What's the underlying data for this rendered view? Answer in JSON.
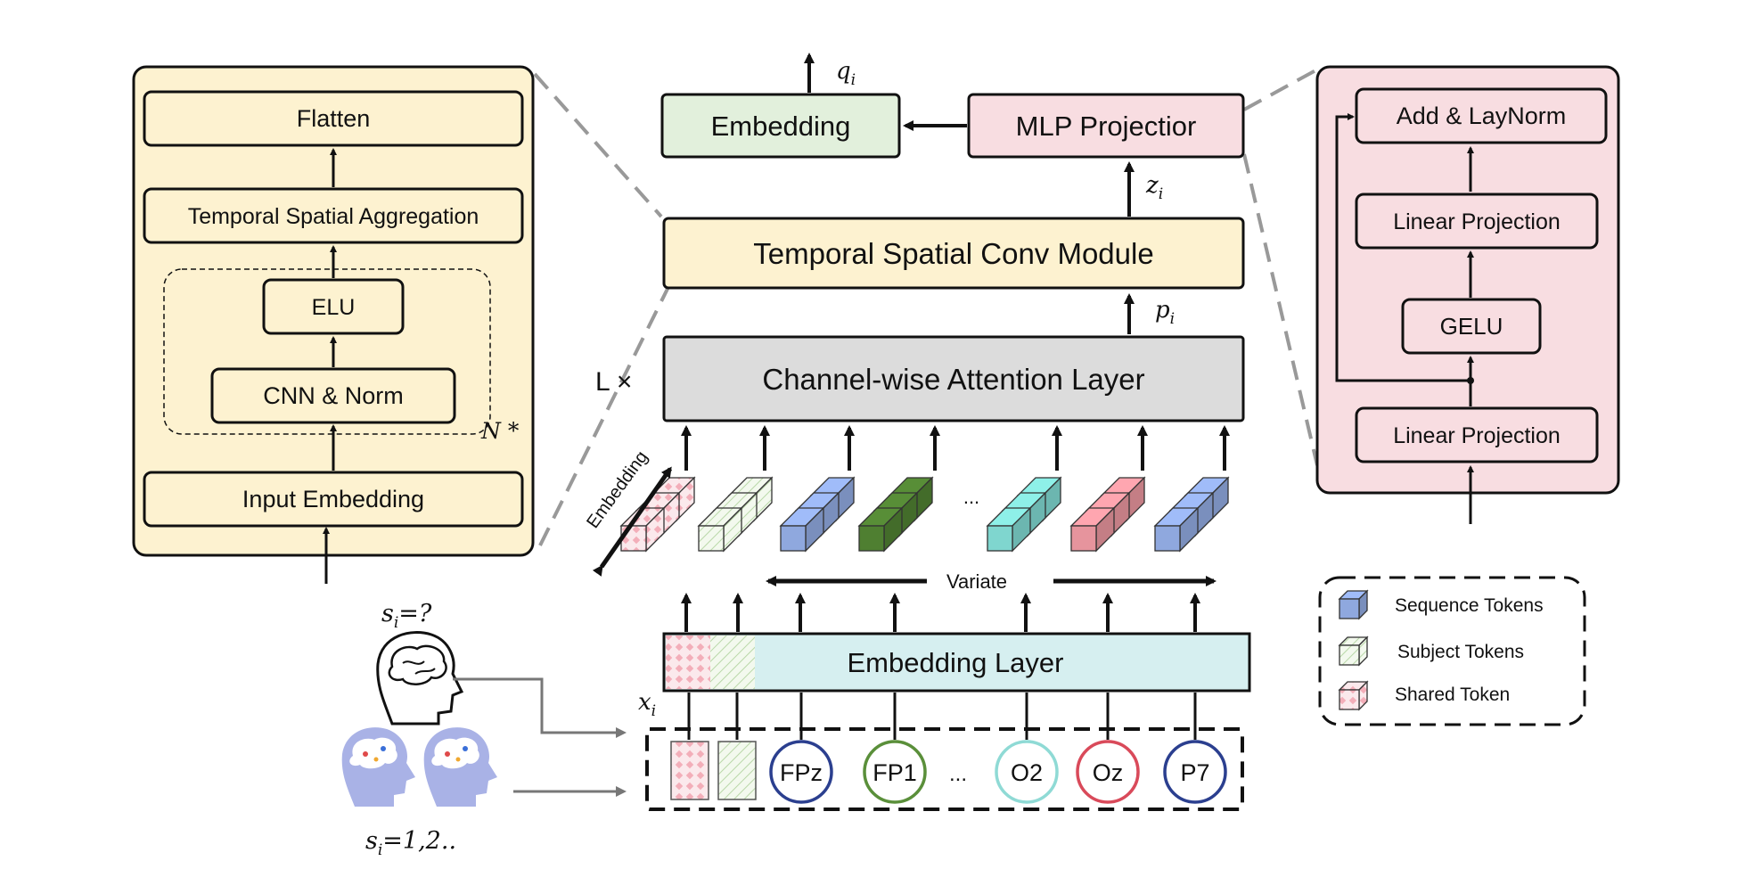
{
  "left_panel": {
    "flatten": "Flatten",
    "aggregation": "Temporal Spatial Aggregation",
    "elu": "ELU",
    "cnn": "CNN & Norm",
    "repeat": "N *",
    "input": "Input Embedding"
  },
  "center": {
    "embedding_top": "Embedding",
    "mlp": "MLP Projectior",
    "q": "q",
    "q_sub": "i",
    "z": "z",
    "z_sub": "i",
    "p": "p",
    "p_sub": "i",
    "ts_module": "Temporal Spatial Conv Module",
    "attention": "Channel-wise Attention Layer",
    "repeat_l": "L ×",
    "embedding_axis": "Embedding",
    "dots": "...",
    "variate": "Variate",
    "embedding_layer": "Embedding Layer",
    "x": "x",
    "x_sub": "i"
  },
  "right_panel": {
    "addnorm": "Add & LayNorm",
    "linear_top": "Linear Projection",
    "gelu": "GELU",
    "linear_bottom": "Linear Projection"
  },
  "legend": [
    {
      "label": "Sequence Tokens",
      "icon": "blue-cube-icon"
    },
    {
      "label": "Subject Tokens",
      "icon": "green-striped-cube-icon"
    },
    {
      "label": "Shared Token",
      "icon": "pink-checkered-cube-icon"
    }
  ],
  "subjects": {
    "unknown": "s",
    "unknown_sub": "i",
    "unknown_val": "=?",
    "known": "s",
    "known_sub": "i",
    "known_val": "=1,2.."
  },
  "channels": [
    "FPz",
    "FP1",
    "...",
    "O2",
    "Oz",
    "P7"
  ],
  "colors": {
    "yellow": "#fdf2d0",
    "pink": "#f8dde1",
    "green": "#e2f0dc",
    "gray": "#dcdcdc",
    "cyan": "#d6eff0",
    "blue": "#8fa8de",
    "dkgreen": "#4f7f31",
    "teal": "#7fd6cf",
    "rose": "#e6949d"
  }
}
